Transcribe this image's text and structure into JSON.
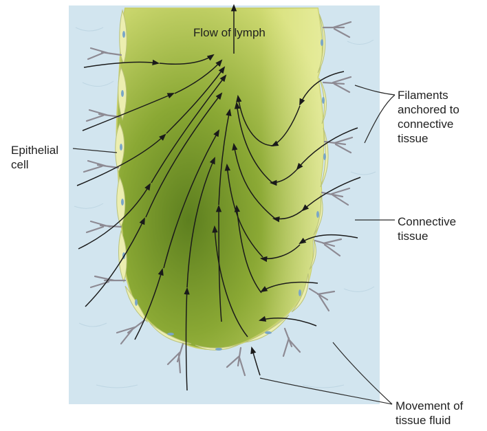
{
  "labels": {
    "flow_of_lymph": "Flow of lymph",
    "filaments": "Filaments\nanchored to\nconnective\ntissue",
    "connective_tissue": "Connective\ntissue",
    "movement": "Movement of\ntissue fluid",
    "epithelial_cell": "Epithelial\ncell"
  },
  "colors": {
    "tissue_background": "#cfe3ee",
    "vessel_fill_light": "#d8e27a",
    "vessel_fill_dark": "#6e8f24",
    "epithelial_cells": "#eef0b0",
    "cell_nuclei": "#7aa6c8",
    "filaments": "#8d8a93",
    "arrows": "#1a1a1a"
  }
}
